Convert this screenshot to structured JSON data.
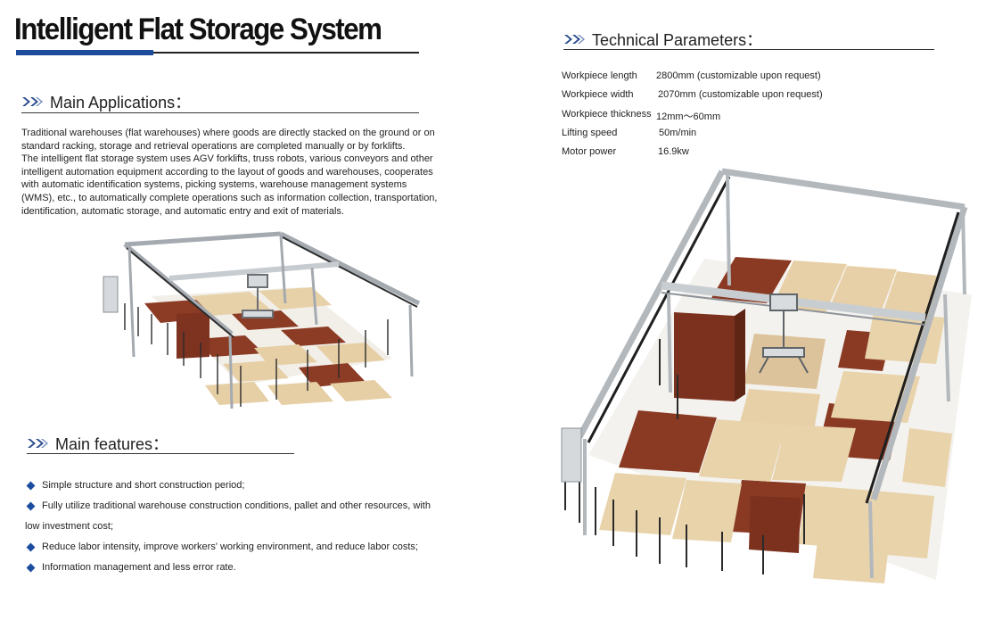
{
  "title": "Intelligent Flat Storage System",
  "colors": {
    "accent": "#1b4b9b",
    "chevron": "#2c4e90",
    "wood_light": "#e6cfa7",
    "wood_dark": "#8a3b24"
  },
  "applications": {
    "heading": "Main Applications：",
    "icon": "double-chevron-icon",
    "paragraph_1": "Traditional warehouses (flat warehouses) where goods are directly stacked on the ground or on standard racking, storage and retrieval operations are completed manually or by forklifts.",
    "paragraph_2": "The intelligent flat storage system uses AGV forklifts, truss robots, various conveyors and other intelligent automation equipment according to the layout of goods and warehouses, cooperates with automatic identification systems, picking systems, warehouse management systems (WMS), etc., to automatically complete operations such as information collection, transportation, identification, automatic storage, and automatic entry and exit of materials."
  },
  "features": {
    "heading": "Main features：",
    "items": [
      "Simple structure and short construction period;",
      "Fully utilize traditional warehouse construction conditions, pallet and other resources, with",
      "low investment cost;",
      "Reduce labor intensity, improve workers' working environment, and reduce labor costs;",
      "Information management and less error rate."
    ]
  },
  "parameters": {
    "heading": "Technical Parameters：",
    "rows": [
      {
        "label": "Workpiece length",
        "value": "2800mm (customizable upon request)"
      },
      {
        "label": "Workpiece width",
        "value": "2070mm (customizable upon request)"
      },
      {
        "label": "Workpiece thickness",
        "value": "12mm～60mm"
      },
      {
        "label": "Lifting speed",
        "value": "50m/min"
      },
      {
        "label": "Motor power",
        "value": "16.9kw"
      }
    ]
  }
}
